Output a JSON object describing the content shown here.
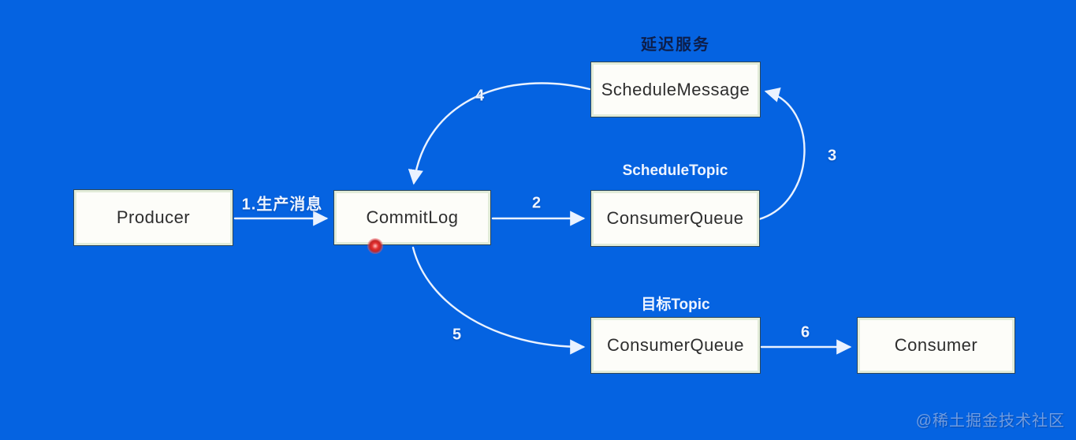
{
  "nodes": {
    "producer": {
      "label": "Producer"
    },
    "commitlog": {
      "label": "CommitLog"
    },
    "schedule_message": {
      "label": "ScheduleMessage",
      "caption": "延迟服务"
    },
    "schedule_queue": {
      "label": "ConsumerQueue",
      "caption": "ScheduleTopic"
    },
    "target_queue": {
      "label": "ConsumerQueue",
      "caption": "目标Topic"
    },
    "consumer": {
      "label": "Consumer"
    }
  },
  "edges": {
    "step1": {
      "label": "1.生产消息",
      "from": "producer",
      "to": "commitlog"
    },
    "step2": {
      "label": "2",
      "from": "commitlog",
      "to": "schedule_queue"
    },
    "step3": {
      "label": "3",
      "from": "schedule_queue",
      "to": "schedule_message"
    },
    "step4": {
      "label": "4",
      "from": "schedule_message",
      "to": "commitlog"
    },
    "step5": {
      "label": "5",
      "from": "commitlog",
      "to": "target_queue"
    },
    "step6": {
      "label": "6",
      "from": "target_queue",
      "to": "consumer"
    }
  },
  "watermark": {
    "text": "@稀土掘金技术社区"
  },
  "colors": {
    "background": "#0563e1",
    "box_fill": "#fdfdf9",
    "box_border": "#e2ecd9",
    "arrow": "#eaf2ff",
    "caption_dark": "#0d1e4a",
    "caption_light": "#eef4ff",
    "laser_dot": "#c32525"
  }
}
